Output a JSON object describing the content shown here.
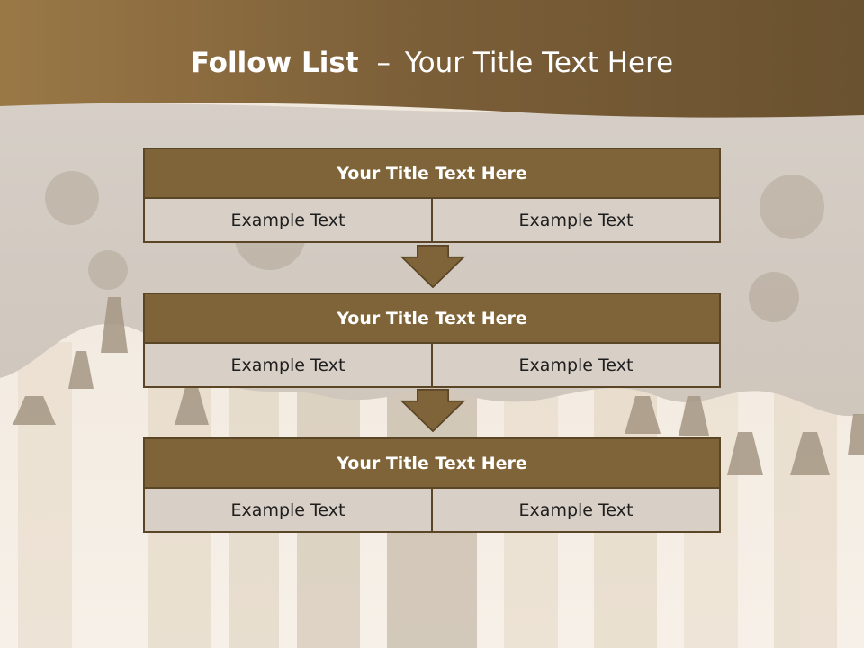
{
  "title": {
    "bold": "Follow List",
    "separator": "–",
    "rest": "Your Title Text Here"
  },
  "blocks": [
    {
      "heading": "Your Title Text Here",
      "cells": [
        "Example Text",
        "Example Text"
      ]
    },
    {
      "heading": "Your Title Text Here",
      "cells": [
        "Example Text",
        "Example Text"
      ]
    },
    {
      "heading": "Your Title Text Here",
      "cells": [
        "Example Text",
        "Example Text"
      ]
    }
  ],
  "colors": {
    "header_band": "#7b5f37",
    "block_header": "#7f6439",
    "block_row": "#d8cfc6",
    "border": "#5a4527",
    "arrow": "#7f6439"
  }
}
